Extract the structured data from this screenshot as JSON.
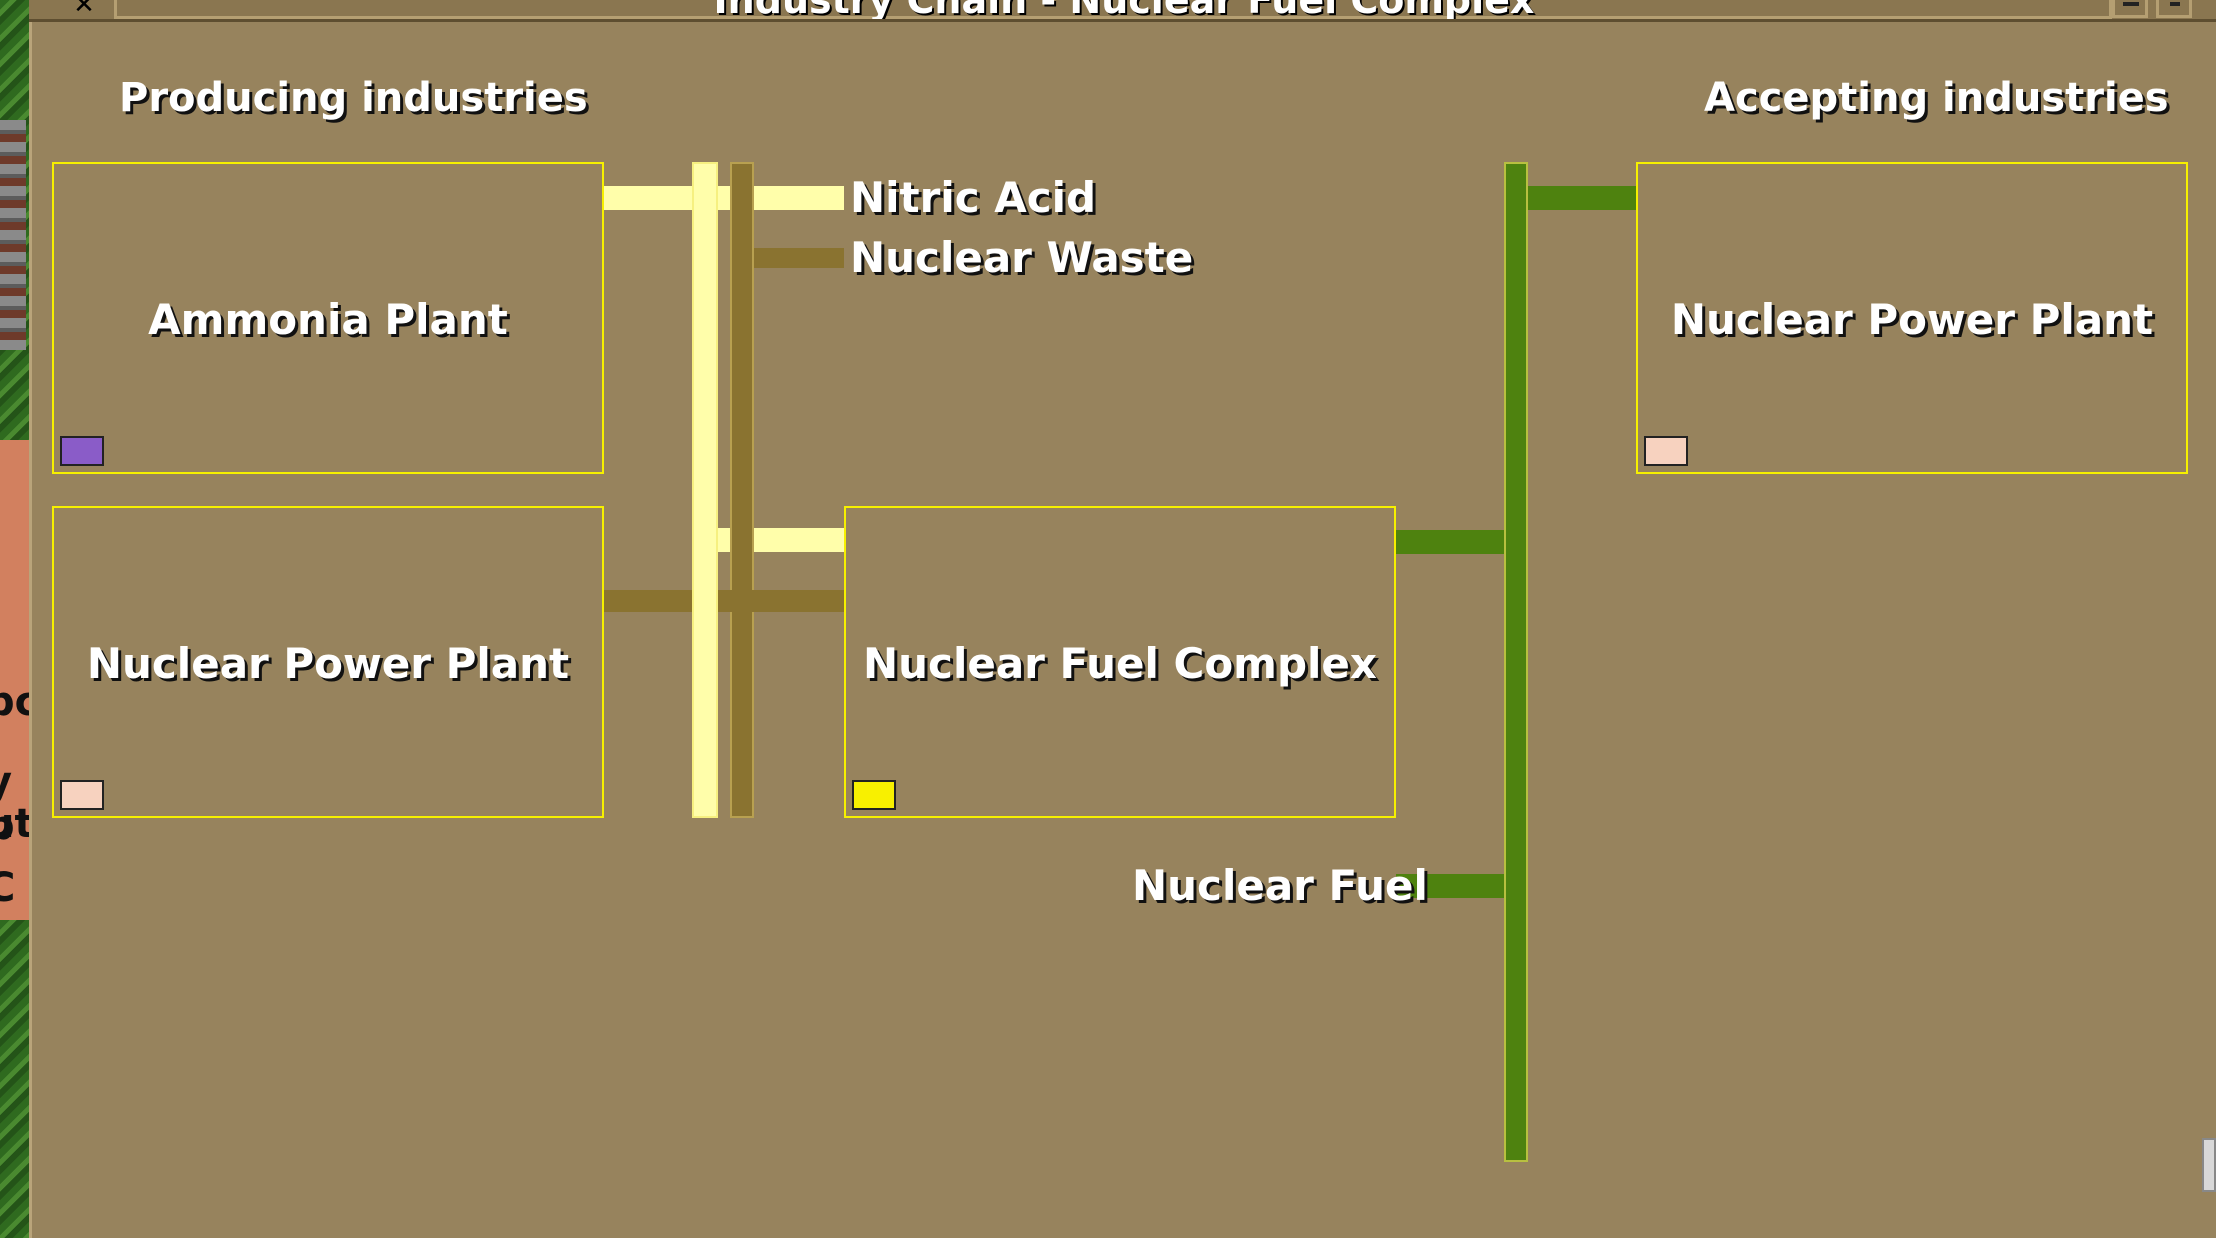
{
  "window": {
    "title": "Industry Chain - Nuclear Fuel Complex"
  },
  "headings": {
    "producing": "Producing industries",
    "accepting": "Accepting industries"
  },
  "producers": [
    {
      "name": "Ammonia Plant",
      "color": "#8a5cc8"
    },
    {
      "name": "Nuclear Power Plant",
      "color": "#f7d2bf"
    }
  ],
  "center_industry": {
    "name": "Nuclear Fuel Complex",
    "color": "#f8f000"
  },
  "acceptors": [
    {
      "name": "Nuclear Power Plant",
      "color": "#f7d2bf"
    }
  ],
  "cargos": {
    "input_1": "Nitric Acid",
    "input_2": "Nuclear Waste",
    "output_1": "Nuclear Fuel"
  },
  "cargo_colors": {
    "nitric_acid": "#fffeaa",
    "nuclear_waste": "#8a7330",
    "nuclear_fuel": "#4e820f"
  },
  "background_text": [
    "pc",
    "y b",
    "ut",
    "C"
  ]
}
